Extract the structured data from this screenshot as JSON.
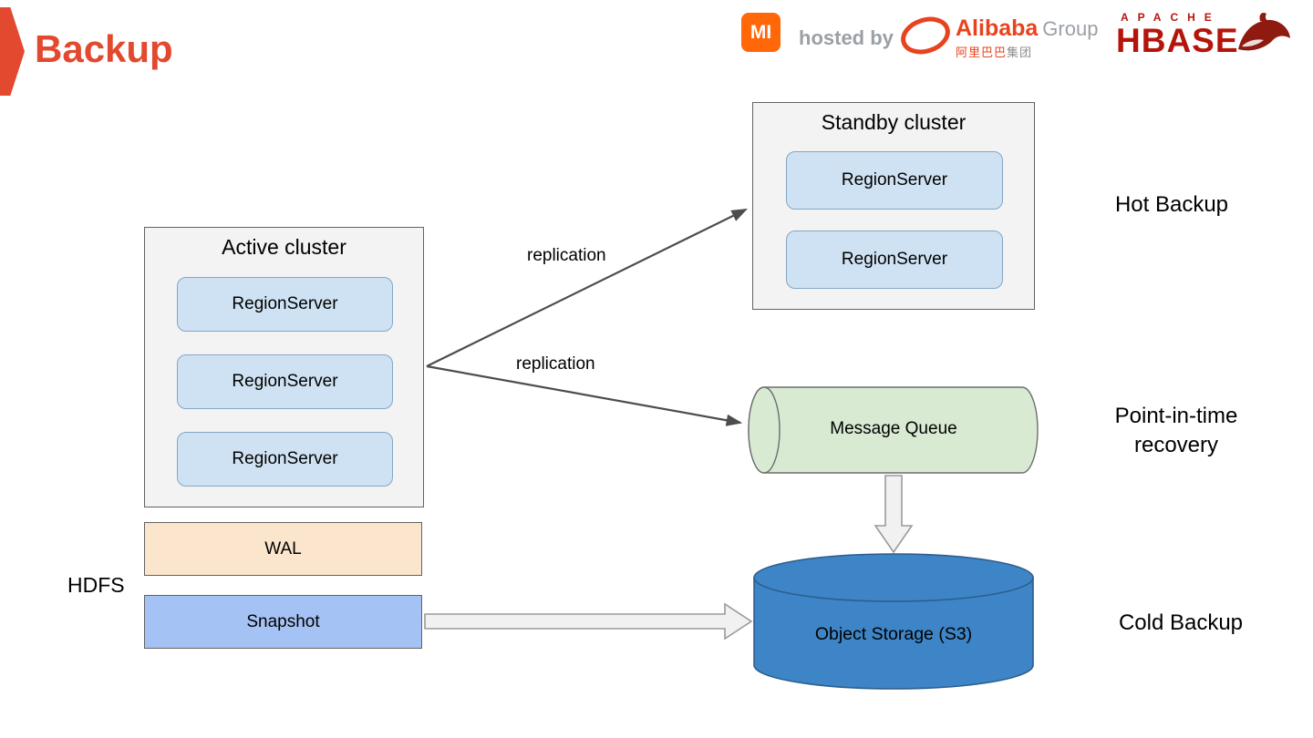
{
  "slide": {
    "title": "Backup"
  },
  "header": {
    "xiaomi_text": "MI",
    "hosted_by": "hosted by",
    "alibaba": "Alibaba",
    "alibaba_group": "Group",
    "alibaba_cn_red": "阿里巴巴",
    "alibaba_cn_gray": "集团",
    "apache": "APACHE",
    "hbase": "HBASE"
  },
  "diagram": {
    "active_cluster": {
      "title": "Active cluster",
      "servers": [
        "RegionServer",
        "RegionServer",
        "RegionServer"
      ]
    },
    "standby_cluster": {
      "title": "Standby cluster",
      "servers": [
        "RegionServer",
        "RegionServer"
      ]
    },
    "replication_top_label": "replication",
    "replication_bottom_label": "replication",
    "message_queue_label": "Message Queue",
    "object_storage_label": "Object Storage (S3)",
    "wal_label": "WAL",
    "snapshot_label": "Snapshot",
    "hdfs_label": "HDFS",
    "annotations": {
      "hot_backup": "Hot Backup",
      "point_in_time_recovery": "Point-in-time recovery",
      "cold_backup": "Cold Backup"
    }
  },
  "colors": {
    "accent_red": "#E2492F",
    "mi_orange": "#FF6709",
    "hosted_gray": "#9AA0A6",
    "alibaba_red": "#E8431F",
    "hbase_red": "#B5140B",
    "orca_maroon": "#8E1A10",
    "box_gray_bg": "#F3F3F3",
    "box_border": "#636363",
    "regionserver_bg": "#CFE2F3",
    "regionserver_border": "#86A6C4",
    "wal_bg": "#FCE5CD",
    "snapshot_bg": "#A4C2F4",
    "mq_bg": "#D9EAD3",
    "storage_bg": "#3D85C6",
    "storage_border": "#2D5E8C",
    "arrow_gray": "#4D4D4D",
    "hollow_fill": "#F1F1F1",
    "hollow_stroke": "#9A9A9A"
  }
}
